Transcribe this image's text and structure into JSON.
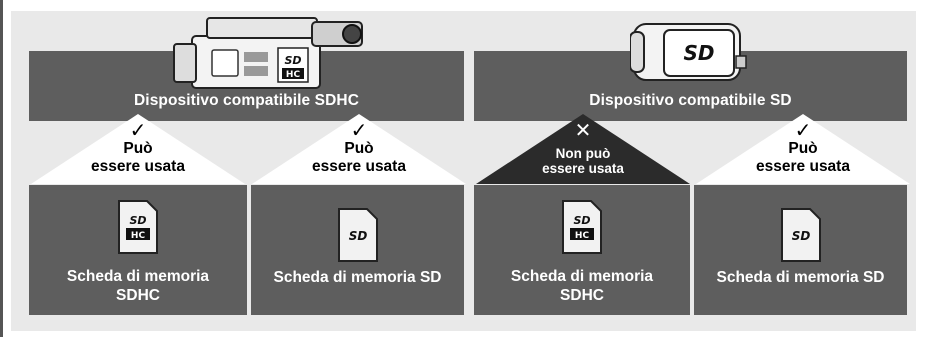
{
  "devices": [
    {
      "label": "Dispositivo compatibile SDHC"
    },
    {
      "label": "Dispositivo compatibile SD"
    }
  ],
  "compat": [
    {
      "mark": "✓",
      "text": "Può\nessere usata",
      "allowed": true
    },
    {
      "mark": "✓",
      "text": "Può\nessere usata",
      "allowed": true
    },
    {
      "mark": "✕",
      "text": "Non può\nessere usata",
      "allowed": false
    },
    {
      "mark": "✓",
      "text": "Può\nessere usata",
      "allowed": true
    }
  ],
  "cards": [
    {
      "label": "Scheda di memoria\nSDHC",
      "type": "sdhc"
    },
    {
      "label": "Scheda di memoria SD",
      "type": "sd"
    },
    {
      "label": "Scheda di memoria\nSDHC",
      "type": "sdhc"
    },
    {
      "label": "Scheda di memoria SD",
      "type": "sd"
    }
  ],
  "colors": {
    "panel": "#e9e9e9",
    "bar": "#5e5e5e",
    "allowed_fill": "#ffffff",
    "denied_fill": "#2b2b2b"
  }
}
